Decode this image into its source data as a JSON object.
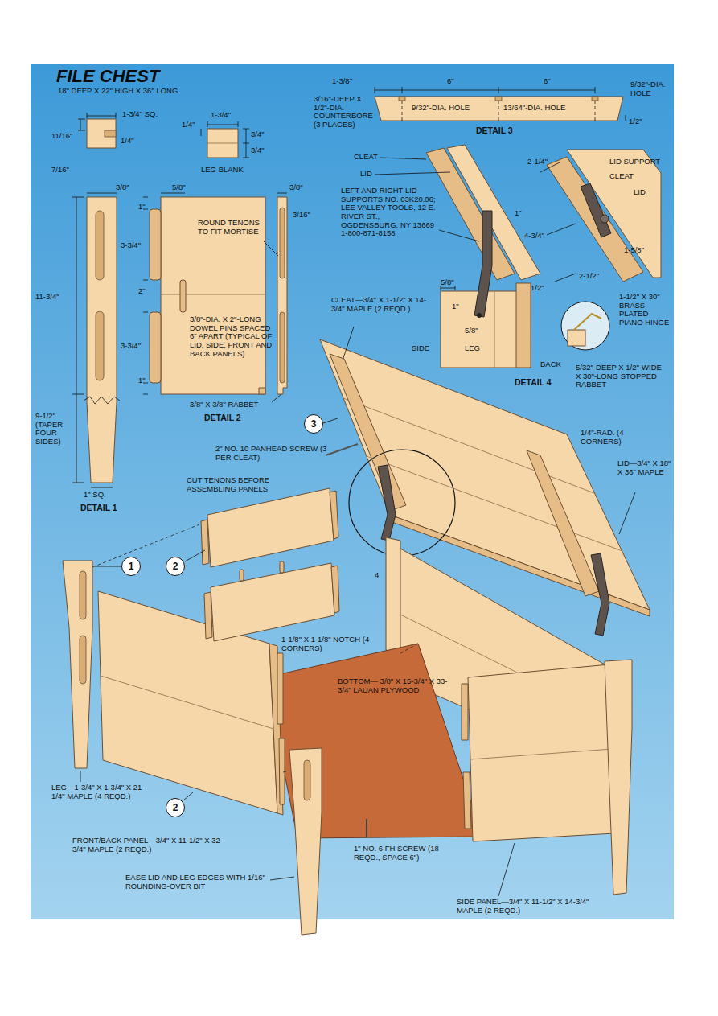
{
  "diagram": {
    "title": "FILE CHEST",
    "nodes": [
      {
        "text": [
          "3"
        ]
      },
      {
        "text": [
          "1"
        ]
      },
      {
        "text": [
          "2"
        ]
      },
      {
        "text": [
          "2"
        ]
      }
    ],
    "labels": [
      "18\" DEEP X 22\" HIGH X 36\" LONG",
      "1-3/4\" SQ.",
      "11/16\"",
      "1/4\"",
      "7/16\"",
      "1/4\"",
      "1-3/4\"",
      "3/4\"",
      "3/4\"",
      "LEG BLANK",
      "3/8\"",
      "5/8\"",
      "3/8\"",
      "1\"",
      "3-3/4\"",
      "2\"",
      "3-3/4\"",
      "1\"",
      "3/16\"",
      "11-3/4\"",
      "9-1/2\" (TAPER FOUR SIDES)",
      "1\" SQ.",
      "DETAIL 1",
      "ROUND TENONS TO FIT MORTISE",
      "3/8\"-DIA. X 2\"-LONG DOWEL PINS SPACED 6\" APART (TYPICAL OF LID, SIDE, FRONT AND BACK PANELS)",
      "3/8\" X 3/8\" RABBET",
      "DETAIL 2",
      "1-3/8\"",
      "6\"",
      "6\"",
      "9/32\"-DIA. HOLE",
      "3/16\"-DEEP X 1/2\"-DIA. COUNTERBORE (3 PLACES)",
      "9/32\"-DIA. HOLE",
      "13/64\"-DIA. HOLE",
      "1/2\"",
      "DETAIL 3",
      "CLEAT",
      "LID",
      "LEFT AND RIGHT LID SUPPORTS NO. 03K20.06; LEE VALLEY TOOLS, 12 E. RIVER ST., OGDENSBURG, NY 13669 1-800-871-8158",
      "2-1/4\"",
      "LID SUPPORT",
      "CLEAT",
      "LID",
      "1\"",
      "4-3/4\"",
      "1-5/8\"",
      "1/2\"",
      "2-1/2\"",
      "5/8\"",
      "1\"",
      "5/8\"",
      "SIDE",
      "LEG",
      "BACK",
      "1-1/2\" X 30\" BRASS PLATED PIANO HINGE",
      "5/32\"-DEEP X 1/2\"-WIDE X 30\"-LONG STOPPED RABBET",
      "DETAIL 4",
      "CLEAT—3/4\" X 1-1/2\" X 14-3/4\" MAPLE (2 REQD.)",
      "1/4\"-RAD. (4 CORNERS)",
      "LID—3/4\" X 18\" X 36\" MAPLE",
      "2\" NO. 10 PANHEAD SCREW (3 PER CLEAT)",
      "CUT TENONS BEFORE ASSEMBLING PANELS",
      "1-1/8\" X 1-1/8\" NOTCH (4 CORNERS)",
      "BOTTOM— 3/8\" X 15-3/4\" X 33-3/4\" LAUAN PLYWOOD",
      "LEG—1-3/4\" X 1-3/4\" X 21-1/4\" MAPLE (4 REQD.)",
      "FRONT/BACK PANEL—3/4\" X 11-1/2\" X 32-3/4\" MAPLE (2 REQD.)",
      "1\" NO. 6 FH SCREW (18 REQD., SPACE 6\")",
      "EASE LID AND LEG EDGES WITH 1/16\" ROUNDING-OVER BIT",
      "SIDE PANEL—3/4\" X 11-1/2\" X 14-3/4\" MAPLE (2 REQD.)",
      "4"
    ]
  }
}
